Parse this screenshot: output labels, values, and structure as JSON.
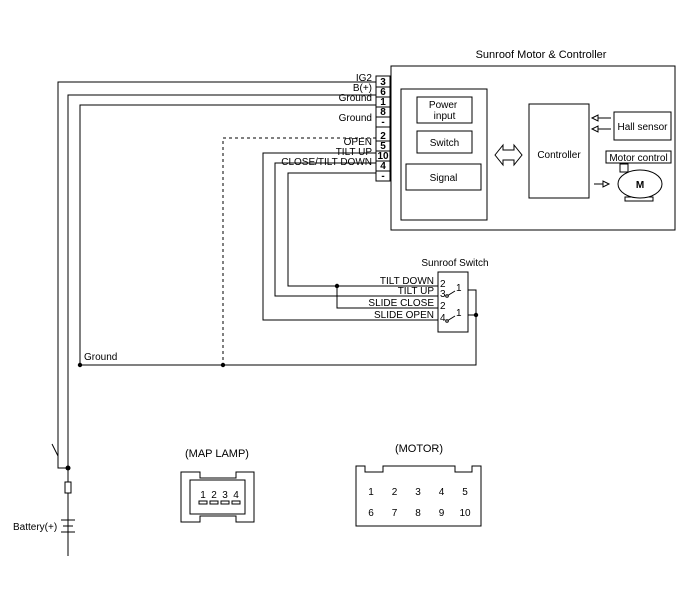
{
  "module": {
    "title": "Sunroof Motor & Controller",
    "blocks": {
      "power_input": "Power\ninput",
      "switch": "Switch",
      "signal": "Signal",
      "controller": "Controller",
      "hall_sensor": "Hall sensor",
      "motor_control": "Motor control",
      "motor_symbol": "M"
    },
    "pins": [
      {
        "pin": "3",
        "signal": "IG2"
      },
      {
        "pin": "6",
        "signal": "B(+)"
      },
      {
        "pin": "1",
        "signal": "Ground"
      },
      {
        "pin": "8",
        "signal": ""
      },
      {
        "pin": "-",
        "signal": "Ground"
      },
      {
        "pin": "2",
        "signal": ""
      },
      {
        "pin": "5",
        "signal": "OPEN"
      },
      {
        "pin": "10",
        "signal": "TILT UP"
      },
      {
        "pin": "4",
        "signal": "CLOSE/TILT DOWN"
      },
      {
        "pin": "-",
        "signal": ""
      }
    ]
  },
  "sunroof_switch": {
    "title": "Sunroof Switch",
    "terminals": [
      {
        "label": "TILT DOWN",
        "pin": "2"
      },
      {
        "label": "TILT UP",
        "pin": "3"
      },
      {
        "label": "SLIDE CLOSE",
        "pin": "2"
      },
      {
        "label": "SLIDE OPEN",
        "pin": "4"
      }
    ],
    "common_pins": [
      "1",
      "1"
    ]
  },
  "ground_label": "Ground",
  "battery_label": "Battery(+)",
  "map_lamp": {
    "title": "(MAP LAMP)",
    "pins": [
      "1",
      "2",
      "3",
      "4"
    ]
  },
  "motor_connector": {
    "title": "(MOTOR)",
    "row1": [
      "1",
      "2",
      "3",
      "4",
      "5"
    ],
    "row2": [
      "6",
      "7",
      "8",
      "9",
      "10"
    ]
  }
}
